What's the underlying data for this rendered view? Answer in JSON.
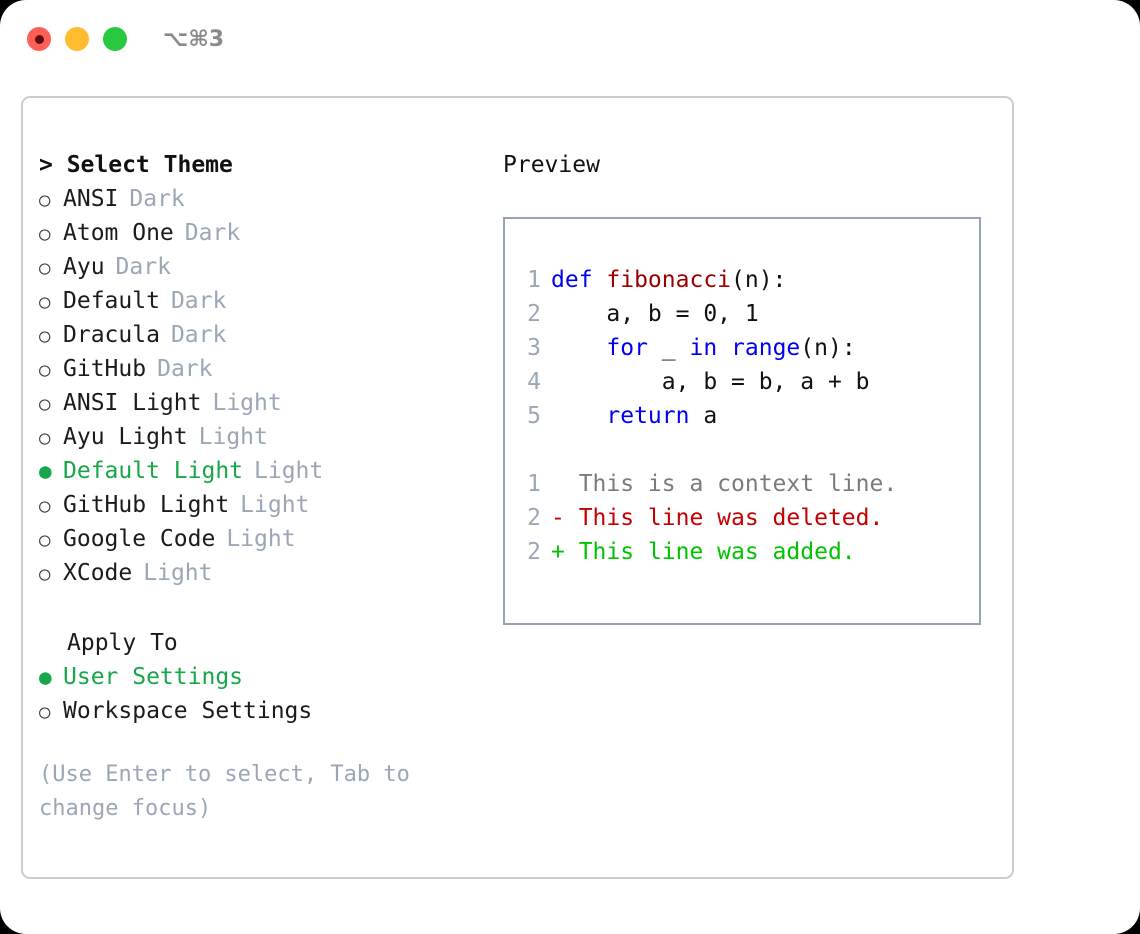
{
  "titlebar": {
    "shortcut": "⌥⌘3",
    "buttons": [
      "close",
      "minimize",
      "maximize"
    ]
  },
  "theme_picker": {
    "title": "> Select Theme",
    "items": [
      {
        "bullet": "○",
        "name": "ANSI",
        "tag": "Dark",
        "selected": false
      },
      {
        "bullet": "○",
        "name": "Atom One",
        "tag": "Dark",
        "selected": false
      },
      {
        "bullet": "○",
        "name": "Ayu",
        "tag": "Dark",
        "selected": false
      },
      {
        "bullet": "○",
        "name": "Default",
        "tag": "Dark",
        "selected": false
      },
      {
        "bullet": "○",
        "name": "Dracula",
        "tag": "Dark",
        "selected": false
      },
      {
        "bullet": "○",
        "name": "GitHub",
        "tag": "Dark",
        "selected": false
      },
      {
        "bullet": "○",
        "name": "ANSI Light",
        "tag": "Light",
        "selected": false
      },
      {
        "bullet": "○",
        "name": "Ayu Light",
        "tag": "Light",
        "selected": false
      },
      {
        "bullet": "●",
        "name": "Default Light",
        "tag": "Light",
        "selected": true
      },
      {
        "bullet": "○",
        "name": "GitHub Light",
        "tag": "Light",
        "selected": false
      },
      {
        "bullet": "○",
        "name": "Google Code",
        "tag": "Light",
        "selected": false
      },
      {
        "bullet": "○",
        "name": "XCode",
        "tag": "Light",
        "selected": false
      }
    ]
  },
  "apply_to": {
    "label": "Apply To",
    "items": [
      {
        "bullet": "●",
        "name": "User Settings",
        "selected": true
      },
      {
        "bullet": "○",
        "name": "Workspace Settings",
        "selected": false
      }
    ]
  },
  "hint": "(Use Enter to select, Tab to change focus)",
  "preview": {
    "title": "Preview",
    "code_lines": [
      {
        "num": "1",
        "tokens": [
          {
            "t": "def ",
            "c": "kw"
          },
          {
            "t": "fibonacci",
            "c": "fn"
          },
          {
            "t": "(n):",
            "c": "plain"
          }
        ]
      },
      {
        "num": "2",
        "tokens": [
          {
            "t": "    a, b = 0, 1",
            "c": "plain"
          }
        ]
      },
      {
        "num": "3",
        "tokens": [
          {
            "t": "    ",
            "c": "plain"
          },
          {
            "t": "for",
            "c": "kw"
          },
          {
            "t": " _ ",
            "c": "plain"
          },
          {
            "t": "in",
            "c": "kw"
          },
          {
            "t": " ",
            "c": "plain"
          },
          {
            "t": "range",
            "c": "kw"
          },
          {
            "t": "(n):",
            "c": "plain"
          }
        ]
      },
      {
        "num": "4",
        "tokens": [
          {
            "t": "        a, b = b, a + b",
            "c": "plain"
          }
        ]
      },
      {
        "num": "5",
        "tokens": [
          {
            "t": "    ",
            "c": "plain"
          },
          {
            "t": "return",
            "c": "kw"
          },
          {
            "t": " a",
            "c": "plain"
          }
        ]
      }
    ],
    "diff_lines": [
      {
        "num": "1",
        "text": "  This is a context line.",
        "kind": "ctx"
      },
      {
        "num": "2",
        "text": "- This line was deleted.",
        "kind": "del"
      },
      {
        "num": "2",
        "text": "+ This line was added.",
        "kind": "add"
      }
    ]
  },
  "colors": {
    "accent_green": "#17a74a",
    "muted_gray": "#9ba6b6",
    "keyword_blue": "#0000ee",
    "function_red": "#9b0000",
    "diff_delete": "#c40000",
    "diff_add": "#00c400",
    "panel_border": "#c9ccd1",
    "code_border": "#97a3b6"
  }
}
